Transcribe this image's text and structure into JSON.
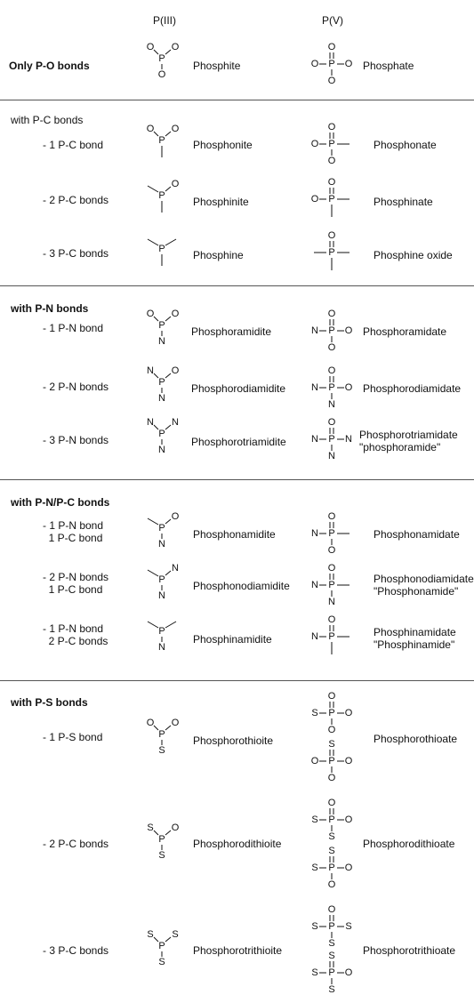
{
  "headers": {
    "p3": "P(III)",
    "p5": "P(V)"
  },
  "sections": {
    "po": "Only P-O bonds",
    "pc": "with P-C bonds",
    "pn": "with P-N bonds",
    "pnpc": "with P-N/P-C bonds",
    "ps": "with P-S bonds"
  },
  "rows": [
    {
      "id": "phosphite",
      "label": "",
      "p3": "Phosphite",
      "p5": "Phosphate"
    },
    {
      "id": "pc1",
      "label": "- 1 P-C bond",
      "p3": "Phosphonite",
      "p5": "Phosphonate"
    },
    {
      "id": "pc2",
      "label": "- 2 P-C bonds",
      "p3": "Phosphinite",
      "p5": "Phosphinate"
    },
    {
      "id": "pc3",
      "label": "- 3 P-C bonds",
      "p3": "Phosphine",
      "p5": "Phosphine oxide"
    },
    {
      "id": "pn1",
      "label": "- 1 P-N bond",
      "p3": "Phosphoramidite",
      "p5": "Phosphoramidate"
    },
    {
      "id": "pn2",
      "label": "- 2 P-N bonds",
      "p3": "Phosphorodiamidite",
      "p5": "Phosphorodiamidate"
    },
    {
      "id": "pn3",
      "label": "- 3 P-N bonds",
      "p3": "Phosphorotriamidite",
      "p5": "Phosphorotriamidate\n\"phosphoramide\""
    },
    {
      "id": "pnpc1",
      "label": "- 1 P-N bond\n  1 P-C bond",
      "p3": "Phosphonamidite",
      "p5": "Phosphonamidate"
    },
    {
      "id": "pnpc2",
      "label": "- 2 P-N bonds\n  1 P-C bond",
      "p3": "Phosphonodiamidite",
      "p5": "Phosphonodiamidate\n\"Phosphonamide\""
    },
    {
      "id": "pnpc3",
      "label": "- 1 P-N bond\n  2 P-C bonds",
      "p3": "Phosphinamidite",
      "p5": "Phosphinamidate\n\"Phosphinamide\""
    },
    {
      "id": "ps1",
      "label": "- 1 P-S bond",
      "p3": "Phosphorothioite",
      "p5": "Phosphorothioate"
    },
    {
      "id": "ps2",
      "label": "- 2 P-C bonds",
      "p3": "Phosphorodithioite",
      "p5": "Phosphorodithioate"
    },
    {
      "id": "ps3",
      "label": "- 3 P-C bonds",
      "p3": "Phosphorotrithioite",
      "p5": "Phosphorotrithioate"
    }
  ],
  "atoms": {
    "P": "P",
    "O": "O",
    "N": "N",
    "S": "S"
  },
  "structures": {
    "s_phosphite": {
      "type": "p3",
      "ul": "O",
      "ur": "O",
      "down": "O"
    },
    "s_phosphonite": {
      "type": "p3",
      "ul": "O",
      "ur": "O",
      "down": ""
    },
    "s_phosphinite": {
      "type": "p3",
      "ul": "",
      "ur": "O",
      "down": ""
    },
    "s_phosphine": {
      "type": "p3",
      "ul": "",
      "ur": "",
      "down": ""
    },
    "s_pam1": {
      "type": "p3",
      "ul": "O",
      "ur": "O",
      "down": "N"
    },
    "s_pam2": {
      "type": "p3",
      "ul": "N",
      "ur": "O",
      "down": "N"
    },
    "s_pam3": {
      "type": "p3",
      "ul": "N",
      "ur": "N",
      "down": "N"
    },
    "s_pna1": {
      "type": "p3",
      "ul": "",
      "ur": "O",
      "down": "N"
    },
    "s_pna2": {
      "type": "p3",
      "ul": "",
      "ur": "N",
      "down": "N"
    },
    "s_pna3": {
      "type": "p3",
      "ul": "",
      "ur": "",
      "down": "N"
    },
    "s_ps1": {
      "type": "p3",
      "ul": "O",
      "ur": "O",
      "down": "S"
    },
    "s_ps2": {
      "type": "p3",
      "ul": "S",
      "ur": "O",
      "down": "S"
    },
    "s_ps3": {
      "type": "p3",
      "ul": "S",
      "ur": "S",
      "down": "S"
    },
    "v_phosphate": {
      "type": "p5",
      "top": "O",
      "left": "O",
      "right": "O",
      "down": "O"
    },
    "v_phosphonate": {
      "type": "p5",
      "top": "O",
      "left": "O",
      "right": "",
      "down": "O"
    },
    "v_phosphinate": {
      "type": "p5",
      "top": "O",
      "left": "O",
      "right": "",
      "down": ""
    },
    "v_oxide": {
      "type": "p5",
      "top": "O",
      "left": "",
      "right": "",
      "down": ""
    },
    "v_pam1": {
      "type": "p5",
      "top": "O",
      "left": "N",
      "right": "O",
      "down": "O"
    },
    "v_pam2": {
      "type": "p5",
      "top": "O",
      "left": "N",
      "right": "O",
      "down": "N"
    },
    "v_pam3": {
      "type": "p5",
      "top": "O",
      "left": "N",
      "right": "N",
      "down": "N"
    },
    "v_pna1": {
      "type": "p5",
      "top": "O",
      "left": "N",
      "right": "",
      "down": "O"
    },
    "v_pna2": {
      "type": "p5",
      "top": "O",
      "left": "N",
      "right": "",
      "down": "N"
    },
    "v_pna3": {
      "type": "p5",
      "top": "O",
      "left": "N",
      "right": "",
      "down": ""
    },
    "v_ps1a": {
      "type": "p5",
      "top": "O",
      "left": "S",
      "right": "O",
      "down": "O"
    },
    "v_ps1b": {
      "type": "p5",
      "top": "S",
      "left": "O",
      "right": "O",
      "down": "O"
    },
    "v_ps2a": {
      "type": "p5",
      "top": "O",
      "left": "S",
      "right": "O",
      "down": "S"
    },
    "v_ps2b": {
      "type": "p5",
      "top": "S",
      "left": "S",
      "right": "O",
      "down": "O"
    },
    "v_ps3a": {
      "type": "p5",
      "top": "O",
      "left": "S",
      "right": "S",
      "down": "S"
    },
    "v_ps3b": {
      "type": "p5",
      "top": "S",
      "left": "S",
      "right": "O",
      "down": "S"
    }
  }
}
